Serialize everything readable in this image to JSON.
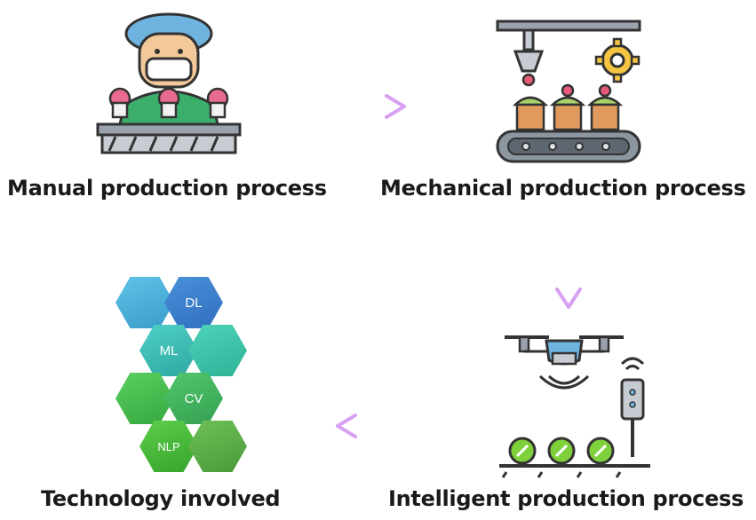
{
  "stages": {
    "manual": {
      "label": "Manual production process",
      "icon": "worker-with-cupcakes-icon"
    },
    "mechanical": {
      "label": "Mechanical production process",
      "icon": "conveyor-robot-arm-icon"
    },
    "intelligent": {
      "label": "Intelligent production process",
      "icon": "drone-sensor-field-icon"
    },
    "technology": {
      "label": "Technology involved",
      "hexagons": [
        "DL",
        "ML",
        "CV",
        "NLP"
      ]
    }
  },
  "arrows": [
    "arrow-right",
    "arrow-down",
    "arrow-left"
  ],
  "colors": {
    "arrow_start": "#7fe3e6",
    "arrow_end": "#d8a0f0",
    "hex_blue": "#4a90d9",
    "hex_teal": "#3fbfb5",
    "hex_green": "#4cb84a",
    "outline": "#333333"
  }
}
